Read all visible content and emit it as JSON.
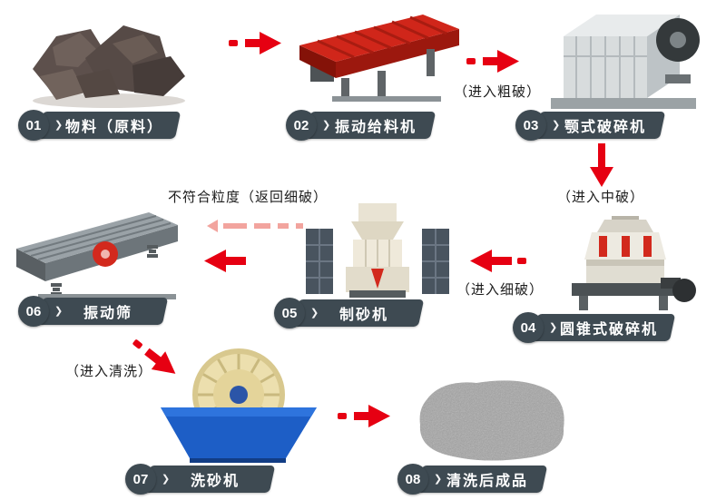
{
  "diagram": {
    "nodes": [
      {
        "num": "01",
        "label": "物料（原料）"
      },
      {
        "num": "02",
        "label": "振动给料机"
      },
      {
        "num": "03",
        "label": "颚式破碎机"
      },
      {
        "num": "04",
        "label": "圆锥式破碎机"
      },
      {
        "num": "05",
        "label": "制砂机"
      },
      {
        "num": "06",
        "label": "振动筛"
      },
      {
        "num": "07",
        "label": "洗砂机"
      },
      {
        "num": "08",
        "label": "清洗后成品"
      }
    ],
    "annotations": {
      "coarse": "（进入粗破）",
      "medium": "（进入中破）",
      "fine": "（进入细破）",
      "recycle": "不符合粒度（返回细破）",
      "wash": "（进入清洗）"
    },
    "icons": {
      "chevron": "❯"
    },
    "colors": {
      "arrow": "#e60012",
      "label_bg": "#3e4a52",
      "note_text": "#1c1c1c"
    }
  }
}
